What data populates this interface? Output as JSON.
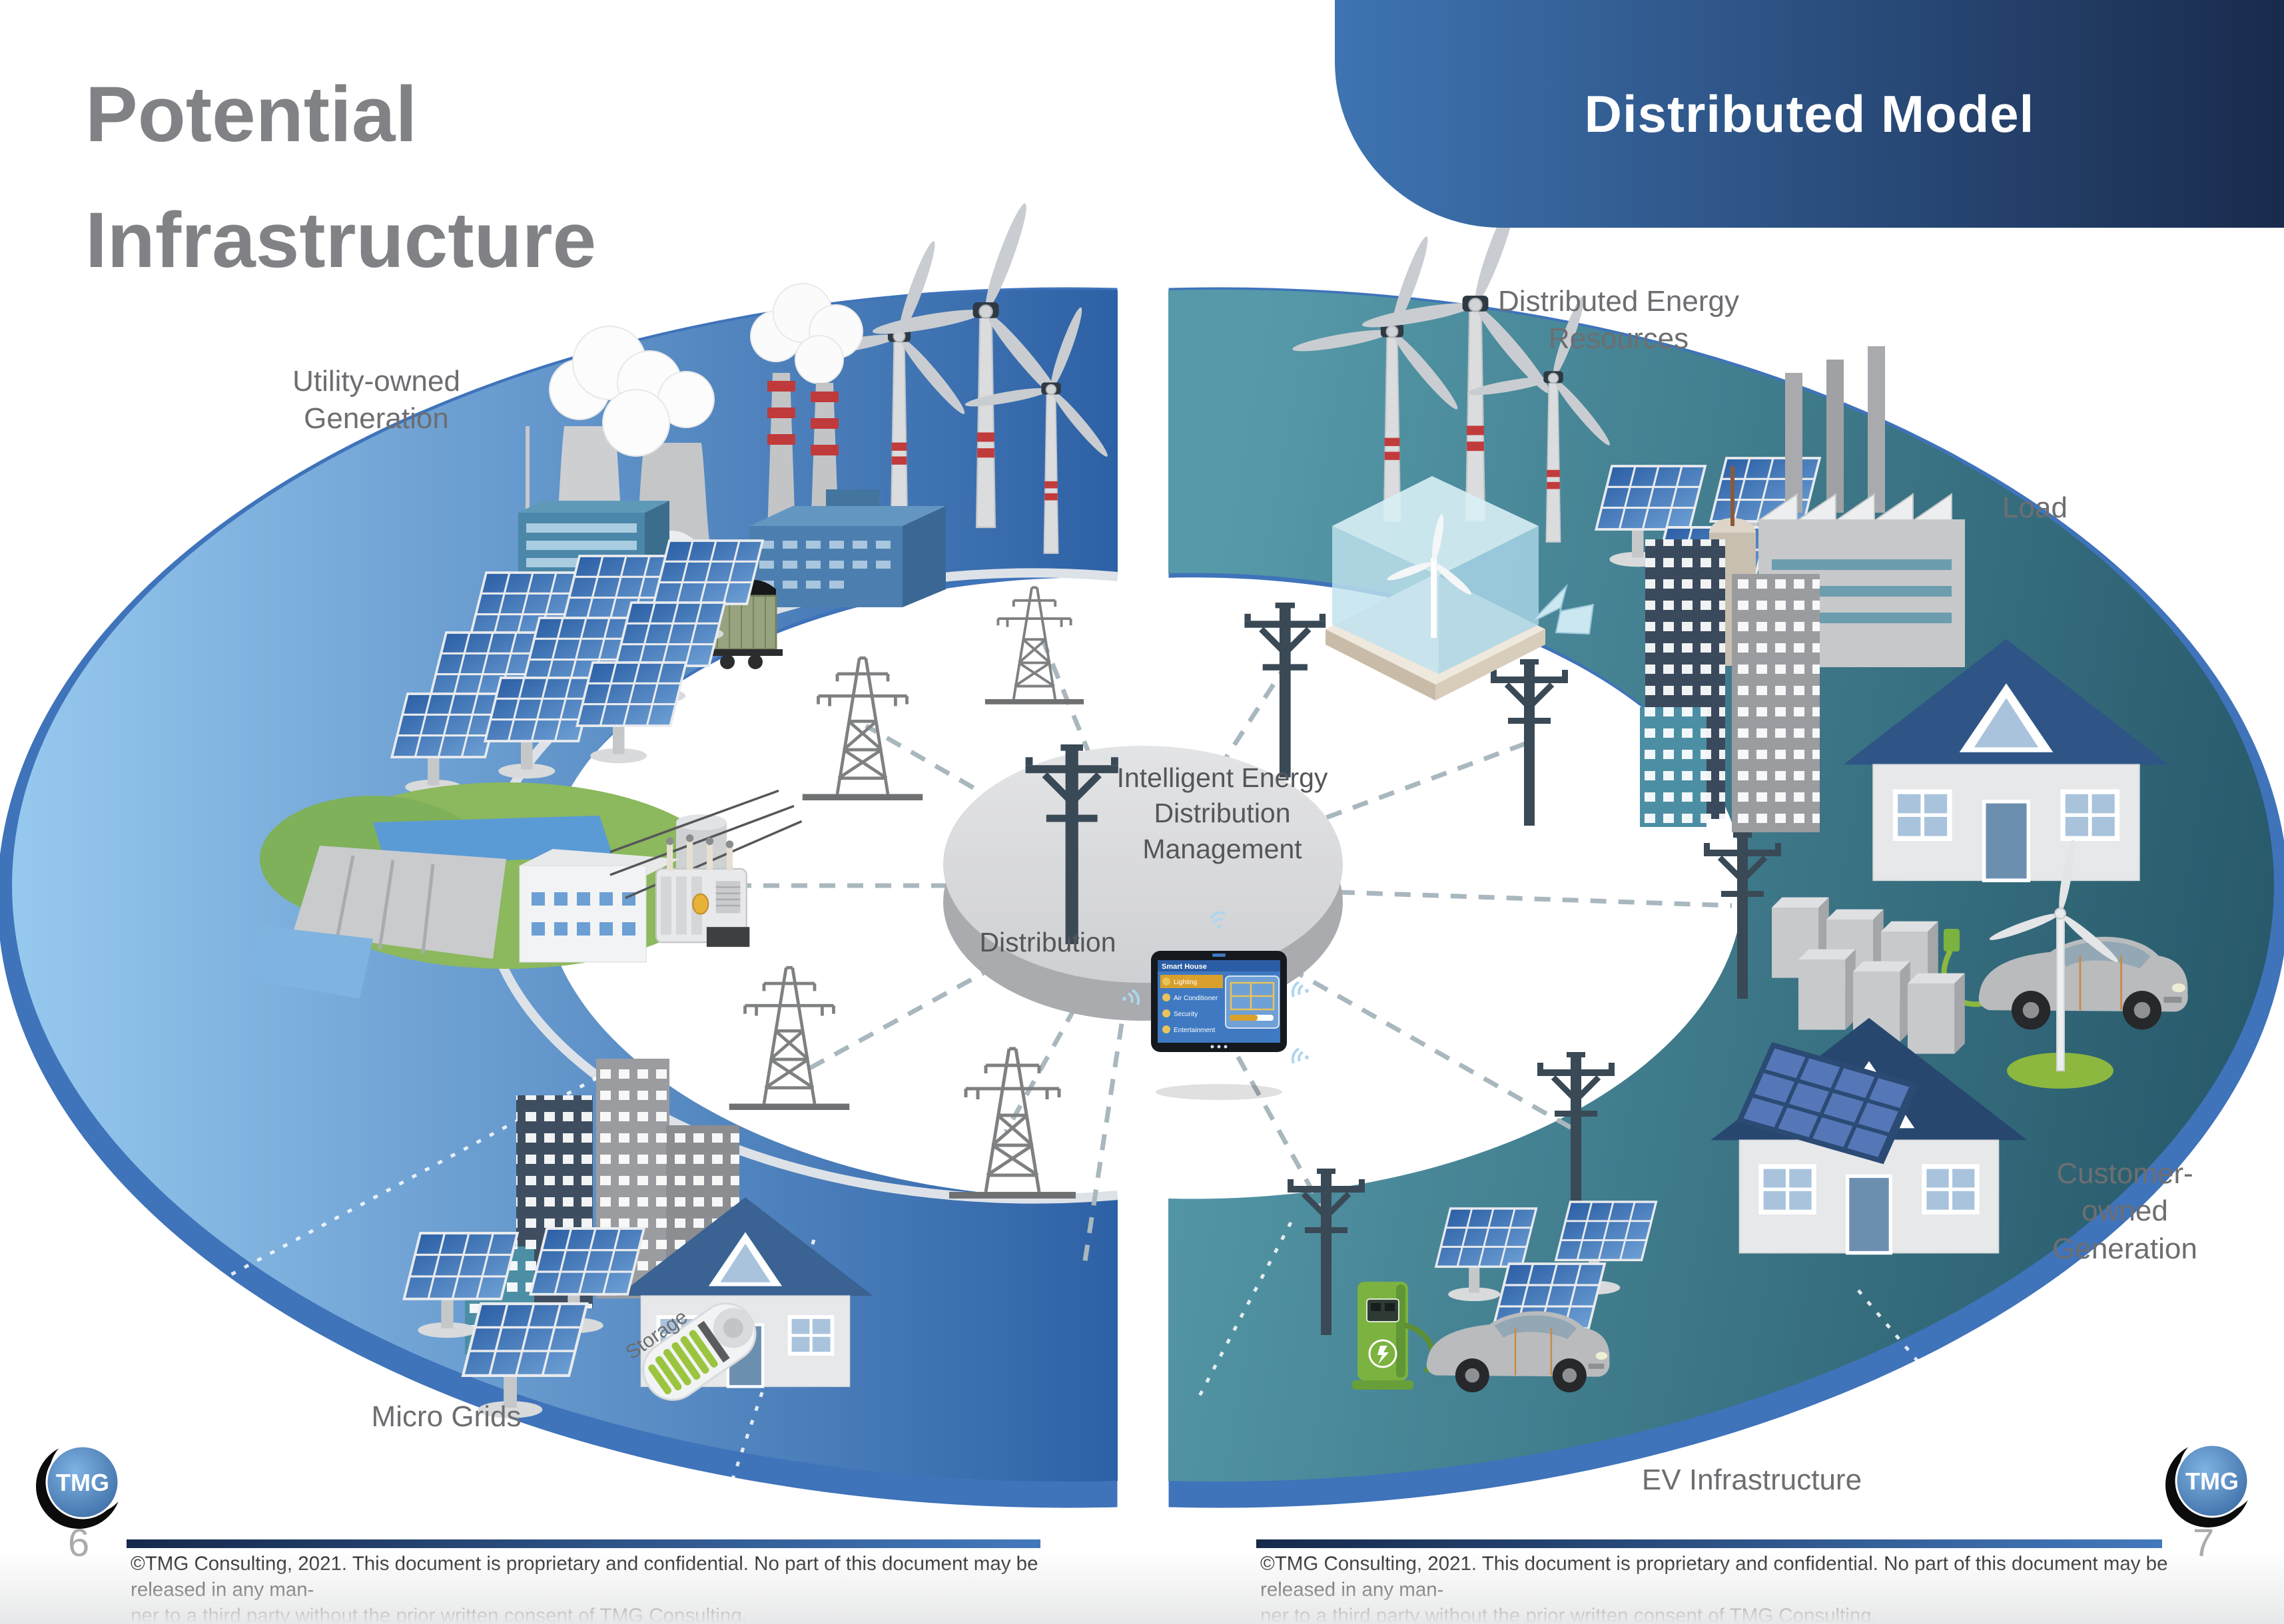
{
  "header": {
    "title": "Potential\nInfrastructure",
    "banner": "Distributed Model"
  },
  "diagram": {
    "labels": {
      "utility": "Utility-owned\nGeneration",
      "der": "Distributed Energy\nResources",
      "load": "Load",
      "customer": "Customer-\nowned\nGeneration",
      "ev": "EV Infrastructure",
      "micro": "Micro Grids"
    },
    "center": {
      "title": "Intelligent Energy\nDistribution\nManagement",
      "distribution": "Distribution"
    },
    "storage_label": "Storage",
    "tablet": {
      "title": "Smart House",
      "items": [
        "Lighting",
        "Air Conditioner",
        "Security",
        "Entertainment"
      ]
    }
  },
  "footer": {
    "left": {
      "page_number": "6",
      "text": "©TMG Consulting, 2021. This document is proprietary and confidential. No part of this document may be released in any man-\nner to a third party without the prior written consent of TMG Consulting."
    },
    "right": {
      "page_number": "7",
      "text": "©TMG Consulting, 2021. This document is proprietary and confidential. No part of this document may be released in any man-\nner to a third party without the prior written consent of TMG Consulting."
    },
    "logo_text": "TMG"
  },
  "colors": {
    "titleGray": "#808285",
    "labelGray": "#6D6E71",
    "bannerFrom": "#3E74B2",
    "bannerTo": "#192B4D",
    "arcLeftFrom": "#97C9EF",
    "arcLeftTo": "#2D61A5",
    "arcRightFrom": "#569AAA",
    "arcRightTo": "#27596A",
    "edgeBlue": "#3F73BA",
    "discTop": "#DBDCDE",
    "discSide": "#A9ABAE",
    "dashGray": "#A9B7BE",
    "footerLineFrom": "#16294B",
    "footerLineTo": "#4379BC",
    "footerText": "#232020",
    "pageNum": "#A8AAAD",
    "storageGreen": "#9BC53F",
    "chargerGreen": "#7CB23F"
  }
}
